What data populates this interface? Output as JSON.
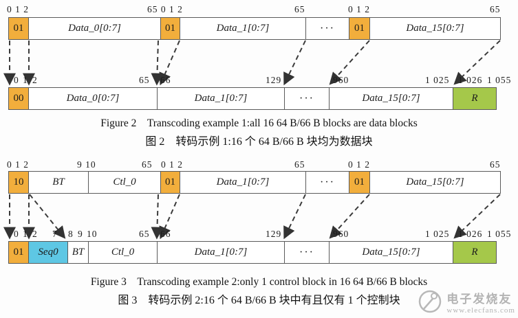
{
  "colors": {
    "orange": "#F2AE3C",
    "blue": "#5EC7E4",
    "green": "#A5C84A",
    "border": "#5a5a5a",
    "arrow": "#3b3b3b"
  },
  "fig2": {
    "top_labels": [
      "0 1 2",
      "65 0 1 2",
      "65",
      "0 1 2",
      "65"
    ],
    "top_blocks": [
      "01",
      "Data_0[0:7]",
      "01",
      "Data_1[0:7]",
      "···",
      "01",
      "Data_15[0:7]"
    ],
    "bottom_labels": [
      "0",
      "1",
      "2",
      "65",
      "66",
      "129",
      "960",
      "1 025",
      "1 026",
      "1 055"
    ],
    "bottom_blocks": [
      "00",
      "Data_0[0:7]",
      "Data_1[0:7]",
      "···",
      "Data_15[0:7]",
      "R"
    ],
    "caption_en": "Figure 2　Transcoding example 1:all 16 64 B/66 B blocks are data blocks",
    "caption_zh": "图 2　转码示例 1:16 个 64 B/66 B 块均为数据块"
  },
  "fig3": {
    "top_labels": [
      "0 1 2",
      "9 10",
      "65",
      "0 1 2",
      "65",
      "0 1 2",
      "65"
    ],
    "top_blocks": [
      "10",
      "BT",
      "Ctl_0",
      "01",
      "Data_1[0:7]",
      "···",
      "01",
      "Data_15[0:7]"
    ],
    "bottom_labels": [
      "0",
      "1",
      "2",
      "7",
      "8",
      "9",
      "10",
      "65",
      "66",
      "129",
      "960",
      "1 025",
      "1 026",
      "1 055"
    ],
    "bottom_blocks": [
      "01",
      "Seq0",
      "BT",
      "Ctl_0",
      "Data_1[0:7]",
      "···",
      "Data_15[0:7]",
      "R"
    ],
    "caption_en": "Figure 3　Transcoding example 2:only 1 control block in 16 64 B/66 B blocks",
    "caption_zh": "图 3　转码示例 2:16 个 64 B/66 B 块中有且仅有 1 个控制块"
  },
  "watermark": {
    "brand": "电子发烧友",
    "site": "www.elecfans.com"
  }
}
